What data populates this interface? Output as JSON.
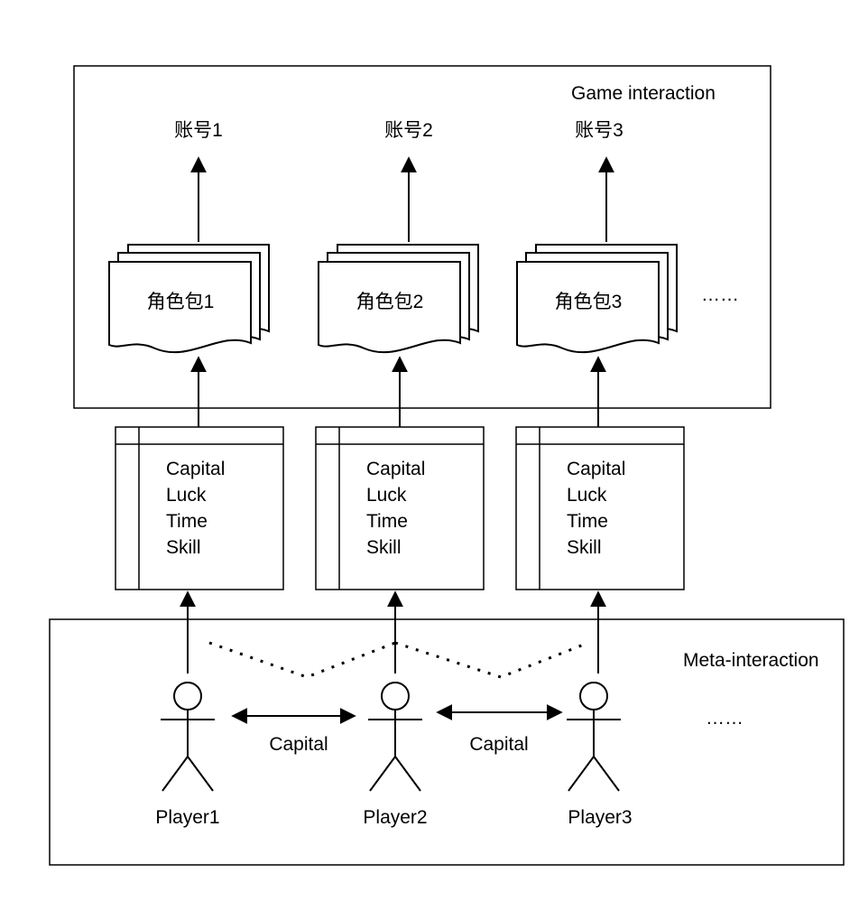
{
  "game_box": {
    "label": "Game interaction"
  },
  "meta_box": {
    "label": "Meta-interaction"
  },
  "accounts": [
    "账号1",
    "账号2",
    "账号3"
  ],
  "packs": [
    "角色包1",
    "角色包2",
    "角色包3"
  ],
  "attributes": [
    "Capital",
    "Luck",
    "Time",
    "Skill"
  ],
  "players": [
    "Player1",
    "Player2",
    "Player3"
  ],
  "exchange_labels": [
    "Capital",
    "Capital"
  ],
  "ellipsis": "……"
}
